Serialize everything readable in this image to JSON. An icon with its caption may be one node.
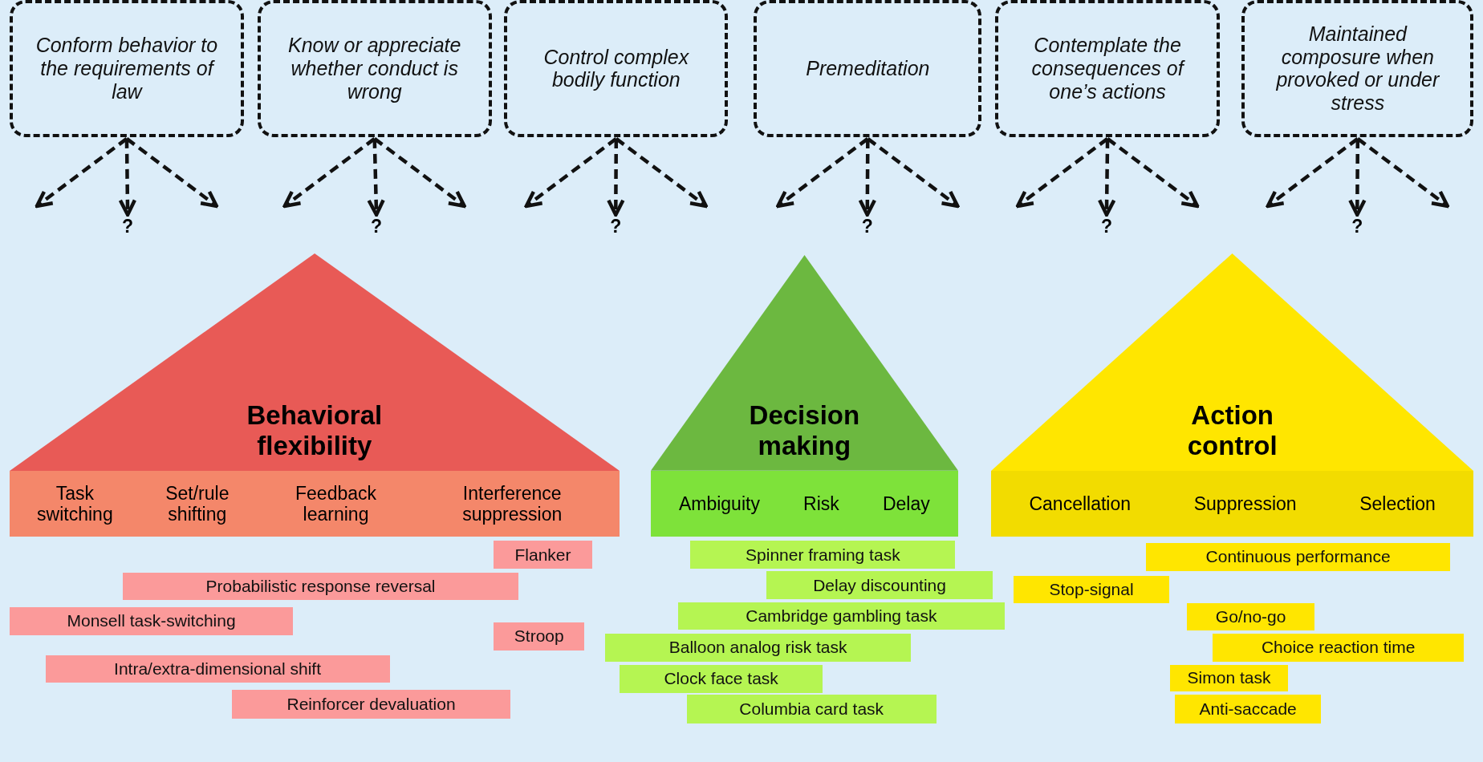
{
  "diagram": {
    "nodes": [
      {
        "text": [
          "Conform behavior to the requirements of law"
        ]
      },
      {
        "text": [
          "Know or appreciate whether conduct is wrong"
        ]
      },
      {
        "text": [
          "Control complex bodily function"
        ]
      },
      {
        "text": [
          "Premeditation"
        ]
      },
      {
        "text": [
          "Contemplate the consequences of one’s actions"
        ]
      },
      {
        "text": [
          "Maintained composure when provoked or under stress"
        ]
      },
      {
        "text": [
          "Behavioral flexibility"
        ]
      },
      {
        "text": [
          "Task switching",
          "Set/rule shifting",
          "Feedback learning",
          "Interference suppression"
        ]
      },
      {
        "text": [
          "Flanker"
        ]
      },
      {
        "text": [
          "Probabilistic response reversal"
        ]
      },
      {
        "text": [
          "Monsell task-switching"
        ]
      },
      {
        "text": [
          "Stroop"
        ]
      },
      {
        "text": [
          "Intra/extra-dimensional shift"
        ]
      },
      {
        "text": [
          "Reinforcer devaluation"
        ]
      },
      {
        "text": [
          "Decision making"
        ]
      },
      {
        "text": [
          "Ambiguity",
          "Risk",
          "Delay"
        ]
      },
      {
        "text": [
          "Spinner framing task"
        ]
      },
      {
        "text": [
          "Delay discounting"
        ]
      },
      {
        "text": [
          "Cambridge gambling task"
        ]
      },
      {
        "text": [
          "Balloon analog risk task"
        ]
      },
      {
        "text": [
          "Clock face task"
        ]
      },
      {
        "text": [
          "Columbia card task"
        ]
      },
      {
        "text": [
          "Action control"
        ]
      },
      {
        "text": [
          "Cancellation",
          "Suppression",
          "Selection"
        ]
      },
      {
        "text": [
          "Continuous performance"
        ]
      },
      {
        "text": [
          "Stop-signal"
        ]
      },
      {
        "text": [
          "Go/no-go"
        ]
      },
      {
        "text": [
          "Choice reaction time"
        ]
      },
      {
        "text": [
          "Simon task"
        ]
      },
      {
        "text": [
          "Anti-saccade"
        ]
      },
      {
        "text": [
          "?"
        ]
      },
      {
        "text": [
          "?"
        ]
      },
      {
        "text": [
          "?"
        ]
      },
      {
        "text": [
          "?"
        ]
      },
      {
        "text": [
          "?"
        ]
      },
      {
        "text": [
          "?"
        ]
      }
    ],
    "edges": [
      {
        "from": 0,
        "to": null,
        "arrow": "to",
        "style": "dashed"
      },
      {
        "from": 0,
        "to": 30,
        "arrow": "to",
        "style": "dashed"
      },
      {
        "from": 0,
        "to": null,
        "arrow": "to",
        "style": "dashed"
      },
      {
        "from": 1,
        "to": null,
        "arrow": "to",
        "style": "dashed"
      },
      {
        "from": 1,
        "to": 31,
        "arrow": "to",
        "style": "dashed"
      },
      {
        "from": 1,
        "to": null,
        "arrow": "to",
        "style": "dashed"
      },
      {
        "from": 2,
        "to": null,
        "arrow": "to",
        "style": "dashed"
      },
      {
        "from": 2,
        "to": 32,
        "arrow": "to",
        "style": "dashed"
      },
      {
        "from": 2,
        "to": null,
        "arrow": "to",
        "style": "dashed"
      },
      {
        "from": 3,
        "to": null,
        "arrow": "to",
        "style": "dashed"
      },
      {
        "from": 3,
        "to": 33,
        "arrow": "to",
        "style": "dashed"
      },
      {
        "from": 3,
        "to": null,
        "arrow": "to",
        "style": "dashed"
      },
      {
        "from": 4,
        "to": null,
        "arrow": "to",
        "style": "dashed"
      },
      {
        "from": 4,
        "to": 34,
        "arrow": "to",
        "style": "dashed"
      },
      {
        "from": 4,
        "to": null,
        "arrow": "to",
        "style": "dashed"
      },
      {
        "from": 5,
        "to": null,
        "arrow": "to",
        "style": "dashed"
      },
      {
        "from": 5,
        "to": 35,
        "arrow": "to",
        "style": "dashed"
      },
      {
        "from": 5,
        "to": null,
        "arrow": "to",
        "style": "dashed"
      }
    ]
  }
}
